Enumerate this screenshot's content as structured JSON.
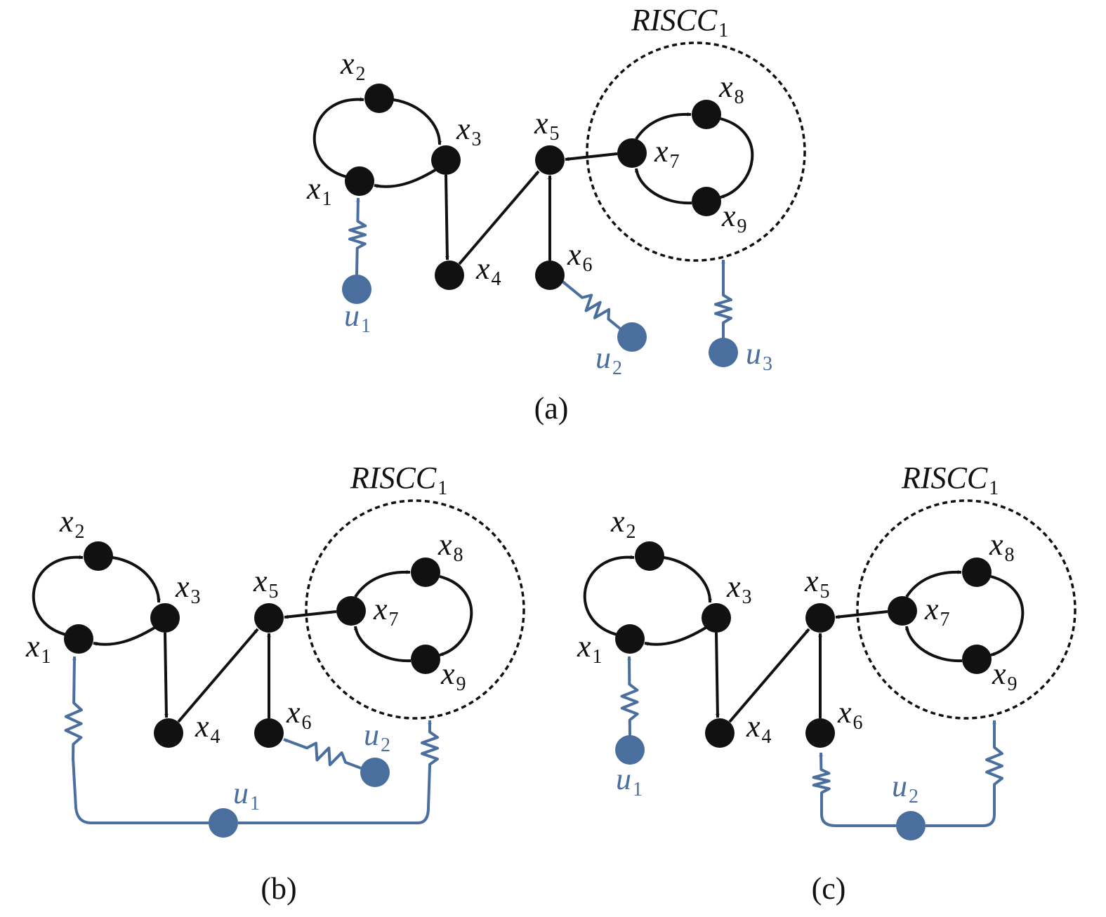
{
  "colors": {
    "state": "#111111",
    "input": "#4a6f9e",
    "background": "#ffffff"
  },
  "labels": {
    "x1": {
      "base": "x",
      "sub": "1"
    },
    "x2": {
      "base": "x",
      "sub": "2"
    },
    "x3": {
      "base": "x",
      "sub": "3"
    },
    "x4": {
      "base": "x",
      "sub": "4"
    },
    "x5": {
      "base": "x",
      "sub": "5"
    },
    "x6": {
      "base": "x",
      "sub": "6"
    },
    "x7": {
      "base": "x",
      "sub": "7"
    },
    "x8": {
      "base": "x",
      "sub": "8"
    },
    "x9": {
      "base": "x",
      "sub": "9"
    },
    "u1": {
      "base": "u",
      "sub": "1"
    },
    "u2": {
      "base": "u",
      "sub": "2"
    },
    "u3": {
      "base": "u",
      "sub": "3"
    },
    "riscc": {
      "base": "RISCC",
      "sub": "1"
    }
  },
  "panels": [
    {
      "id": "a",
      "caption": "(a)",
      "inputs": [
        {
          "id": "u1",
          "targets": [
            "x1"
          ]
        },
        {
          "id": "u2",
          "targets": [
            "x6"
          ]
        },
        {
          "id": "u3",
          "targets": [
            "RISCC1"
          ]
        }
      ]
    },
    {
      "id": "b",
      "caption": "(b)",
      "inputs": [
        {
          "id": "u1",
          "targets": [
            "x1",
            "RISCC1"
          ]
        },
        {
          "id": "u2",
          "targets": [
            "x6"
          ]
        }
      ]
    },
    {
      "id": "c",
      "caption": "(c)",
      "inputs": [
        {
          "id": "u1",
          "targets": [
            "x1"
          ]
        },
        {
          "id": "u2",
          "targets": [
            "x6",
            "RISCC1"
          ]
        }
      ]
    }
  ],
  "edges": [
    [
      "x1",
      "x2"
    ],
    [
      "x2",
      "x3"
    ],
    [
      "x3",
      "x1"
    ],
    [
      "x3",
      "x4"
    ],
    [
      "x4",
      "x5"
    ],
    [
      "x6",
      "x5"
    ],
    [
      "x7",
      "x5"
    ],
    [
      "x7",
      "x8"
    ],
    [
      "x8",
      "x9"
    ],
    [
      "x9",
      "x7"
    ]
  ]
}
